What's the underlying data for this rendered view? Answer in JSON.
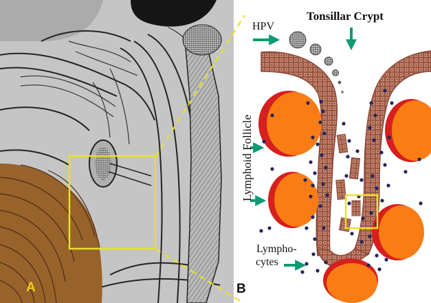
{
  "figure": {
    "title": "Tonsillar Crypt",
    "hpv_label": "HPV",
    "lymphoid_follicle_label": "Lymphoid Follicle",
    "lymphocytes_label_line1": "Lympho-",
    "lymphocytes_label_line2": "cytes",
    "panel_a_label": "A",
    "panel_b_label": "B"
  },
  "colors": {
    "highlight_box": "#e9e02b",
    "arrow": "#0f9a73",
    "follicle_fill": "#f97c14",
    "follicle_rim": "#d61f1f",
    "epithelium": "#c98870",
    "epithelium_dark": "#8a4a3a",
    "lymphocyte": "#24245e",
    "virus": "#555555",
    "tissue_brown": "#98622b"
  }
}
